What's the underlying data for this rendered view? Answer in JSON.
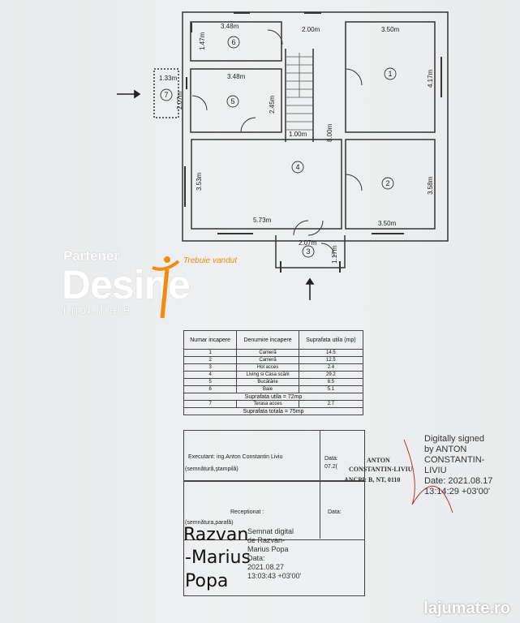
{
  "plan": {
    "dims": {
      "r6_w": "3.48m",
      "r6_h": "1.47m",
      "hall_top": "2.00m",
      "r1_w": "3.50m",
      "r1_h": "4.17m",
      "r7_w": "1.33m",
      "r7_h": "2.07m",
      "r5_w": "3.48m",
      "r5_h": "2.45m",
      "stair_w": "1.00m",
      "mid_len": "8.00m",
      "r4_h": "3.53m",
      "r2_h": "3.58m",
      "r4_w": "5.73m",
      "r2_w": "3.50m",
      "r3_w": "2.07m",
      "r3_h": "1.17m"
    },
    "rooms": [
      "1",
      "2",
      "3",
      "4",
      "5",
      "6",
      "7"
    ]
  },
  "logo": {
    "partener": "Partener",
    "name": "Desine",
    "sub": "imobiliare",
    "tag": "Trebuie vandut"
  },
  "table": {
    "headers": [
      "Numar incapere",
      "Denumire incapere",
      "Suprafata utila (mp)"
    ],
    "rows": [
      [
        "1",
        "Cameră",
        "14.5"
      ],
      [
        "2",
        "Cameră",
        "12.5"
      ],
      [
        "3",
        "Hol acces",
        "2.4"
      ],
      [
        "4",
        "Living si Casa scării",
        "29.2"
      ],
      [
        "5",
        "Bucătărie",
        "8.5"
      ],
      [
        "6",
        "Baie",
        "5.1"
      ]
    ],
    "useful_total": "Suprafata utila = 72mp",
    "row7": [
      "7",
      "Terasa acces",
      "2.7"
    ],
    "grand_total": "Suprafata totala = 75mp"
  },
  "executant": {
    "name": "Executant: ing.Anton Constantin Liviu",
    "sign": "(semnătură,ştampilă)",
    "data_label": "Data:",
    "data_val": "07.2("
  },
  "receptionat": {
    "label": "Receptionat :",
    "sign": "(semnătura,parafă)",
    "data_label": "Data:"
  },
  "stamp": {
    "l1": "ANTON",
    "l2": "CONSTANTIN-LIVIU",
    "l3": "ANCPI: B, NT, 0110"
  },
  "sign1": {
    "l1": "Digitally signed",
    "l2": "by ANTON",
    "l3": "CONSTANTIN-",
    "l4": "LIVIU",
    "l5": "Date: 2021.08.17",
    "l6": "13:14:29 +03'00'"
  },
  "sign2": {
    "n1": "Razvan",
    "n2": "-Marius",
    "n3": "Popa",
    "t1": "Semnat digital",
    "t2": "de Razvan-",
    "t3": "Marius Popa",
    "t4": "Data:",
    "t5": "2021.08.27",
    "t6": "13:03:43 +03'00'"
  },
  "watermark": "lajumate.ro"
}
